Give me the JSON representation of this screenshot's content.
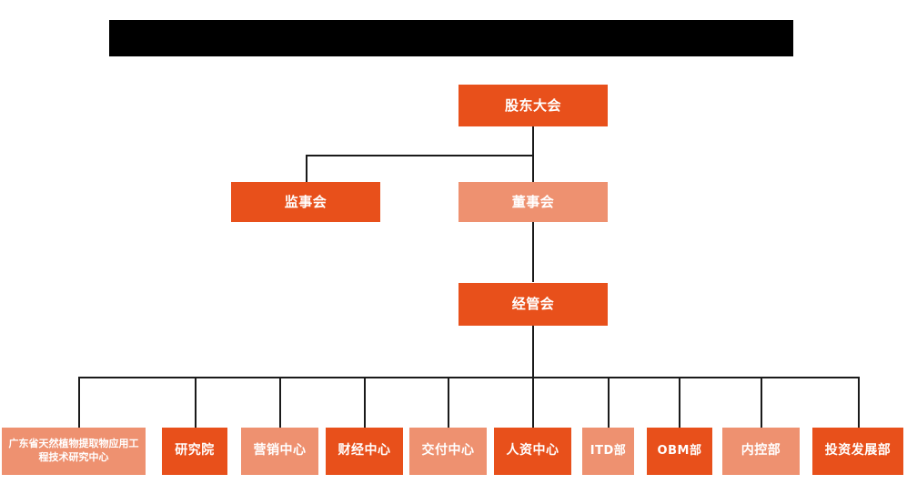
{
  "title_bar": {
    "label": "",
    "redacted": true,
    "color": "#000000"
  },
  "palette": {
    "dark_orange": "#E8501B",
    "light_orange": "#EE9170",
    "connector": "#1a1a1a",
    "background": "#FFFFFF",
    "text": "#FFFFFF"
  },
  "chart_data": {
    "type": "org-chart",
    "title": "",
    "levels": [
      {
        "level": 1,
        "nodes": [
          {
            "id": "shareholders",
            "label": "股东大会",
            "style": "dark"
          }
        ]
      },
      {
        "level": 2,
        "nodes": [
          {
            "id": "supervisors",
            "label": "监事会",
            "style": "dark"
          },
          {
            "id": "directors",
            "label": "董事会",
            "style": "light"
          }
        ]
      },
      {
        "level": 3,
        "nodes": [
          {
            "id": "management",
            "label": "经管会",
            "style": "dark"
          }
        ]
      },
      {
        "level": 4,
        "nodes": [
          {
            "id": "dept-1",
            "label": "广东省天然植物提取物应用工程技术研究中心",
            "style": "light"
          },
          {
            "id": "dept-2",
            "label": "研究院",
            "style": "dark"
          },
          {
            "id": "dept-3",
            "label": "营销中心",
            "style": "light"
          },
          {
            "id": "dept-4",
            "label": "财经中心",
            "style": "dark"
          },
          {
            "id": "dept-5",
            "label": "交付中心",
            "style": "light"
          },
          {
            "id": "dept-6",
            "label": "人资中心",
            "style": "dark"
          },
          {
            "id": "dept-7",
            "label": "ITD部",
            "style": "light"
          },
          {
            "id": "dept-8",
            "label": "OBM部",
            "style": "dark"
          },
          {
            "id": "dept-9",
            "label": "内控部",
            "style": "light"
          },
          {
            "id": "dept-10",
            "label": "投资发展部",
            "style": "dark"
          }
        ]
      }
    ],
    "edges": [
      {
        "from": "shareholders",
        "to": "supervisors"
      },
      {
        "from": "shareholders",
        "to": "directors"
      },
      {
        "from": "directors",
        "to": "management"
      },
      {
        "from": "management",
        "to": "dept-1"
      },
      {
        "from": "management",
        "to": "dept-2"
      },
      {
        "from": "management",
        "to": "dept-3"
      },
      {
        "from": "management",
        "to": "dept-4"
      },
      {
        "from": "management",
        "to": "dept-5"
      },
      {
        "from": "management",
        "to": "dept-6"
      },
      {
        "from": "management",
        "to": "dept-7"
      },
      {
        "from": "management",
        "to": "dept-8"
      },
      {
        "from": "management",
        "to": "dept-9"
      },
      {
        "from": "management",
        "to": "dept-10"
      }
    ]
  }
}
